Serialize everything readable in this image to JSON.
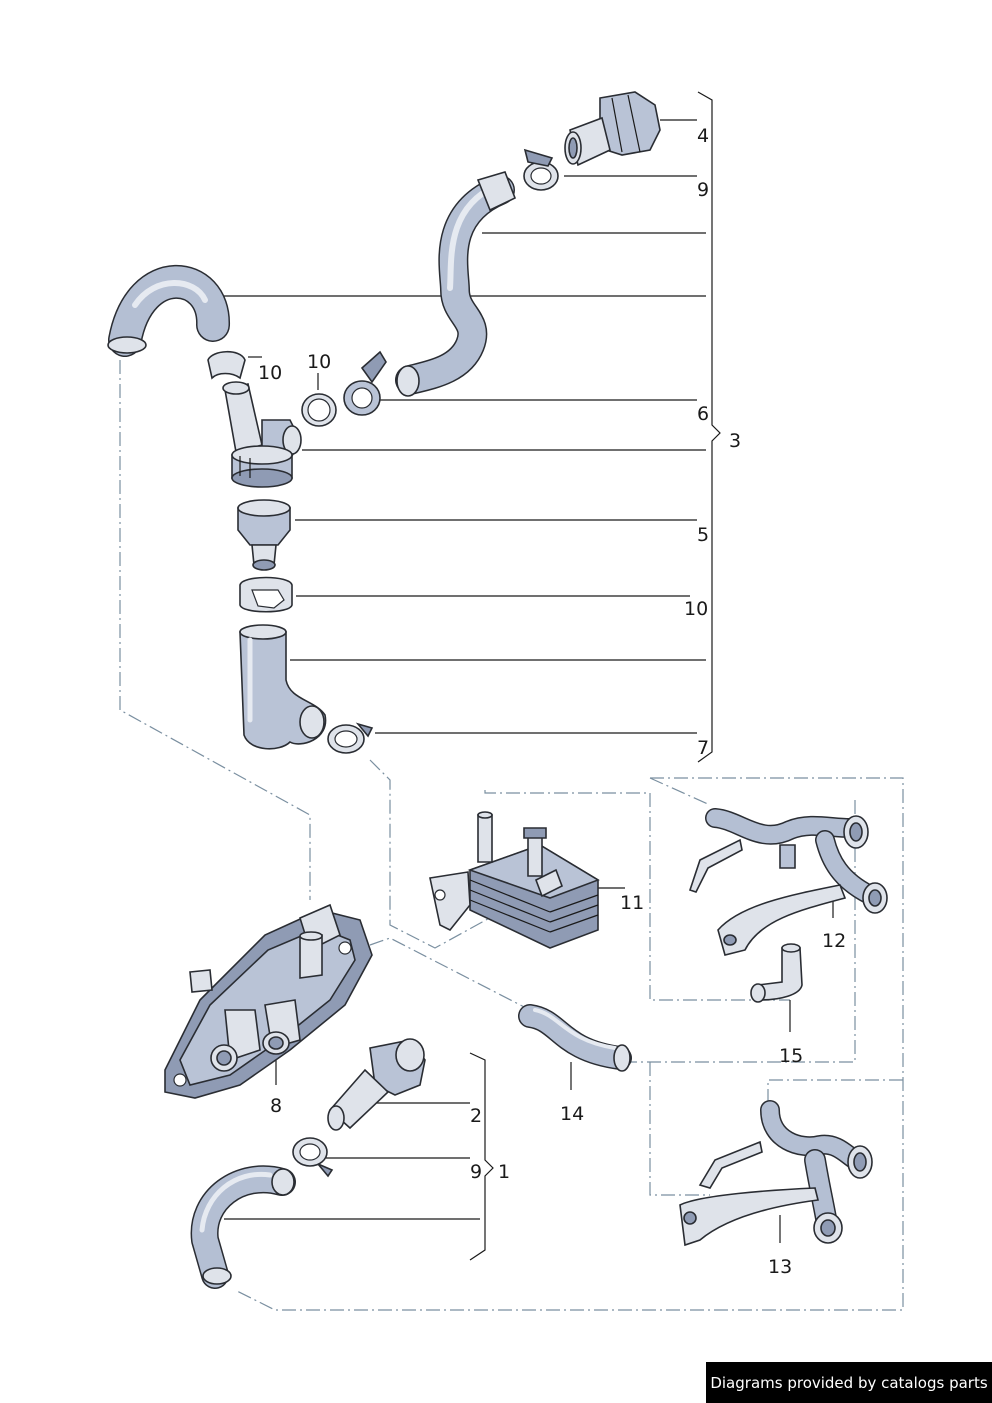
{
  "callouts": {
    "c1": "1",
    "c2": "2",
    "c3": "3",
    "c4": "4",
    "c5": "5",
    "c6": "6",
    "c7": "7",
    "c8": "8",
    "c9a": "9",
    "c9b": "9",
    "c10a": "10",
    "c10b": "10",
    "c10c": "10",
    "c11": "11",
    "c12": "12",
    "c13": "13",
    "c14": "14",
    "c15": "15"
  },
  "watermark": "Diagrams provided by catalogs parts",
  "colors": {
    "part_fill": "#b9c3d6",
    "outline": "#2a2d33",
    "dash_line": "#7a8fa0"
  }
}
